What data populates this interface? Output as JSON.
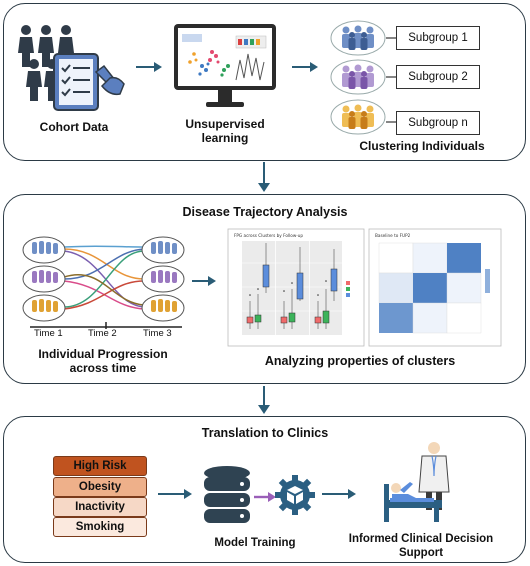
{
  "top": {
    "cohort_label": "Cohort Data",
    "unsupervised_label": "Unsupervised\nlearning",
    "clustering_label": "Clustering Individuals",
    "subgroups": [
      "Subgroup 1",
      "Subgroup 2",
      "Subgroup n"
    ]
  },
  "middle": {
    "title": "Disease Trajectory Analysis",
    "time_labels": [
      "Time 1",
      "Time 2",
      "Time 3"
    ],
    "progression_label": "Individual Progression\nacross time",
    "properties_label": "Analyzing properties of clusters",
    "plot1_title": "FPG across Clusters by Follow-up",
    "plot2_title": "Baseline to FUP2"
  },
  "bottom": {
    "title": "Translation to Clinics",
    "risk_items": [
      "High Risk",
      "Obesity",
      "Inactivity",
      "Smoking"
    ],
    "model_label": "Model Training",
    "decision_label": "Informed Clinical Decision\nSupport"
  },
  "colors": {
    "border": "#2b3a45",
    "arrow": "#2a5c76",
    "cluster_blue": "#6f8fc6",
    "cluster_purple": "#9a78c0",
    "cluster_orange": "#e0a233",
    "high_risk": "#c0531f",
    "risk_light": "#f6d8c6"
  }
}
